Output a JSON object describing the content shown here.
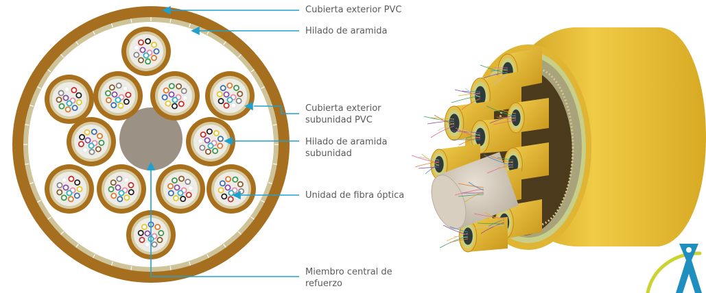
{
  "labels": {
    "outer_jacket": "Cubierta exterior PVC",
    "aramid_yarn": "Hilado de aramida",
    "subunit_jacket_line1": "Cubierta exterior",
    "subunit_jacket_line2": "subunidad PVC",
    "subunit_aramid_line1": "Hilado de aramida",
    "subunit_aramid_line2": "subunidad",
    "fiber_unit": "Unidad de fibra óptica",
    "central_member_line1": "Miembro central de",
    "central_member_line2": "refuerzo"
  },
  "colors": {
    "leader": "#1fa0cf",
    "outer_jacket": "#a66f1f",
    "aramid": "#cfc39a",
    "subunit_jacket": "#a86f1c",
    "subunit_core": "#e4e2db",
    "central_member": "#9b9184",
    "cable_yellow": "#e3b92c",
    "logo_blue": "#1f8fc0",
    "logo_yellow": "#cbd334"
  },
  "icons": {
    "cable_cross_section": "cable-cross-section-icon",
    "cable_3d": "cable-3d-render",
    "brand_logo": "brand-logo-icon"
  }
}
